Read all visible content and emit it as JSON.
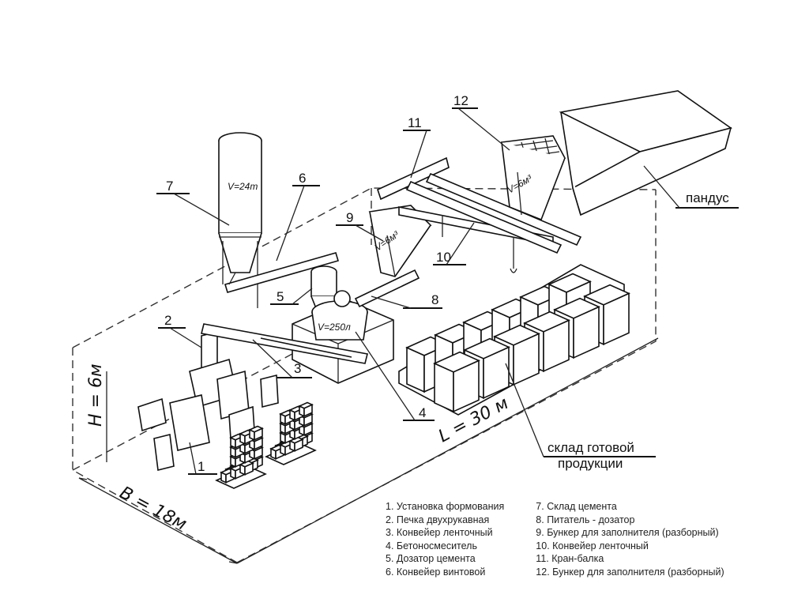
{
  "callouts": [
    {
      "key": "n1",
      "text": "1"
    },
    {
      "key": "n2",
      "text": "2"
    },
    {
      "key": "n3",
      "text": "3"
    },
    {
      "key": "n4",
      "text": "4"
    },
    {
      "key": "n5",
      "text": "5"
    },
    {
      "key": "n6",
      "text": "6"
    },
    {
      "key": "n7",
      "text": "7"
    },
    {
      "key": "n8",
      "text": "8"
    },
    {
      "key": "n9",
      "text": "9"
    },
    {
      "key": "n10",
      "text": "10"
    },
    {
      "key": "n11",
      "text": "11"
    },
    {
      "key": "n12",
      "text": "12"
    }
  ],
  "labels": {
    "ramp": "пандус",
    "warehouse_line1": "склад готовой",
    "warehouse_line2": "продукции",
    "silo_volume": "V=24т",
    "hopper9_volume": "V=6м³",
    "hopper12_volume": "V=6м³",
    "mixer_volume": "V=250л"
  },
  "dimensions": {
    "width": "B = 18м",
    "length": "L = 30 м",
    "height": "H = 6м"
  },
  "legend": {
    "col1": [
      "1. Установка формования",
      "2. Печка двухрукавная",
      "3. Конвейер ленточный",
      "4. Бетоносмеситель",
      "5. Дозатор цемента",
      "6. Конвейер винтовой"
    ],
    "col2": [
      "7. Склад цемента",
      "8. Питатель - дозатор",
      "9. Бункер для заполнителя (разборный)",
      "10. Конвейер ленточный",
      "11. Кран-балка",
      "12. Бункер для заполнителя (разборный)"
    ]
  }
}
